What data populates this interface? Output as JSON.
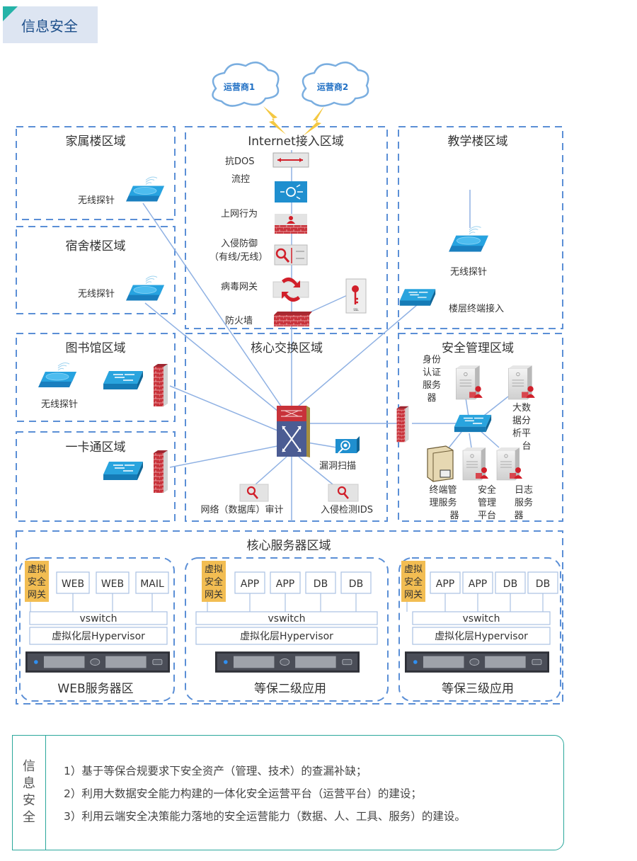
{
  "header": {
    "title": "信息安全",
    "accent_color": "#25b3a8",
    "bg_color": "#dde5f2"
  },
  "diagram": {
    "clouds": [
      {
        "label": "运营商1"
      },
      {
        "label": "运营商2"
      }
    ],
    "zones": {
      "family": {
        "title": "家属楼区域",
        "probe": "无线探针"
      },
      "dorm": {
        "title": "宿舍楼区域",
        "probe": "无线探针"
      },
      "internet": {
        "title": "Internet接入区域",
        "devices": [
          {
            "label": "抗DOS"
          },
          {
            "label": "流控"
          },
          {
            "label": "上网行为"
          },
          {
            "label": "入侵防御"
          },
          {
            "label": "（有线/无线）"
          },
          {
            "label": "病毒网关"
          },
          {
            "label": "防火墙"
          }
        ],
        "ssl_label": "SSL"
      },
      "teaching": {
        "title": "教学楼区域",
        "probe": "无线探针",
        "floor_access": "楼层终端接入"
      },
      "library": {
        "title": "图书馆区域",
        "probe": "无线探针"
      },
      "card": {
        "title": "一卡通区域"
      },
      "core_switch": {
        "title": "核心交换区域",
        "scan": "漏洞扫描",
        "audit": "网络（数据库）审计",
        "ids": "入侵检测IDS"
      },
      "security_mgmt": {
        "title": "安全管理区域",
        "auth": [
          "身份",
          "认证",
          "服务",
          "器"
        ],
        "bigdata": [
          "大数",
          "据分",
          "析平",
          "台"
        ],
        "terminal": [
          "终端管",
          "理服务",
          "器"
        ],
        "platform": [
          "安全",
          "管理",
          "平台"
        ],
        "log": [
          "日志",
          "服务",
          "器"
        ]
      },
      "core_server": {
        "title": "核心服务器区域",
        "groups": [
          {
            "title": "WEB服务器区",
            "gateway": [
              "虚拟",
              "安全",
              "网关"
            ],
            "vms": [
              "WEB",
              "WEB",
              "MAIL"
            ],
            "vswitch": "vswitch",
            "hypervisor": "虚拟化层Hypervisor"
          },
          {
            "title": "等保二级应用",
            "gateway": [
              "虚拟",
              "安全",
              "网关"
            ],
            "vms": [
              "APP",
              "APP",
              "DB",
              "DB"
            ],
            "vswitch": "vswitch",
            "hypervisor": "虚拟化层Hypervisor"
          },
          {
            "title": "等保三级应用",
            "gateway": [
              "虚拟",
              "安全",
              "网关"
            ],
            "vms": [
              "APP",
              "APP",
              "DB",
              "DB"
            ],
            "vswitch": "vswitch",
            "hypervisor": "虚拟化层Hypervisor"
          }
        ]
      }
    },
    "colors": {
      "zone_border": "#5b8fd6",
      "link": "#8fb1e3",
      "device_blue": "#1f8fcf",
      "firewall_red": "#c8323a",
      "gateway_bg": "#f2bd52"
    }
  },
  "note": {
    "side_label": [
      "信",
      "息",
      "安",
      "全"
    ],
    "items": [
      "1）基于等保合规要求下安全资产（管理、技术）的查漏补缺；",
      "2）利用大数据安全能力构建的一体化安全运营平台（运营平台）的建设；",
      "3）利用云端安全决策能力落地的安全运营能力（数据、人、工具、服务）的建设。"
    ],
    "border_color": "#2aa79b"
  }
}
